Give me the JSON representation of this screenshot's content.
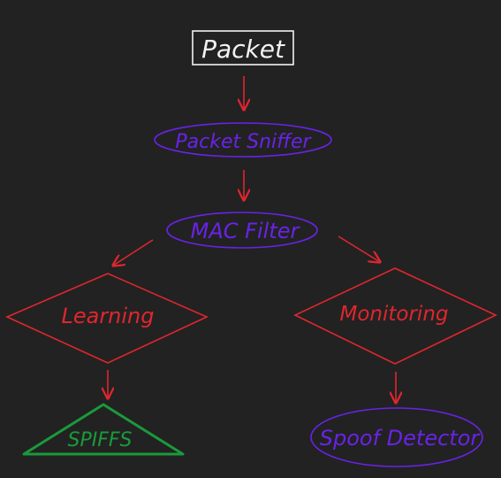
{
  "diagram": {
    "colors": {
      "background": "#222222",
      "white": "#f2f2f2",
      "red": "#e0262e",
      "purple": "#6a22e8",
      "green": "#1a9a3a"
    },
    "nodes": {
      "packet": {
        "label": "Packet",
        "shape": "rectangle",
        "color": "#f2f2f2"
      },
      "packet_sniffer": {
        "label": "Packet Sniffer",
        "shape": "ellipse",
        "color": "#6a22e8"
      },
      "mac_filter": {
        "label": "MAC Filter",
        "shape": "ellipse",
        "color": "#6a22e8"
      },
      "learning": {
        "label": "Learning",
        "shape": "diamond",
        "color": "#e0262e"
      },
      "monitoring": {
        "label": "Monitoring",
        "shape": "diamond",
        "color": "#e0262e"
      },
      "spiffs": {
        "label": "SPIFFS",
        "shape": "triangle",
        "color": "#1a9a3a"
      },
      "spoof_detector": {
        "label": "Spoof Detector",
        "shape": "ellipse",
        "color": "#6a22e8"
      }
    },
    "edges": [
      {
        "from": "packet",
        "to": "packet_sniffer"
      },
      {
        "from": "packet_sniffer",
        "to": "mac_filter"
      },
      {
        "from": "mac_filter",
        "to": "learning"
      },
      {
        "from": "mac_filter",
        "to": "monitoring"
      },
      {
        "from": "learning",
        "to": "spiffs"
      },
      {
        "from": "monitoring",
        "to": "spoof_detector"
      }
    ]
  }
}
